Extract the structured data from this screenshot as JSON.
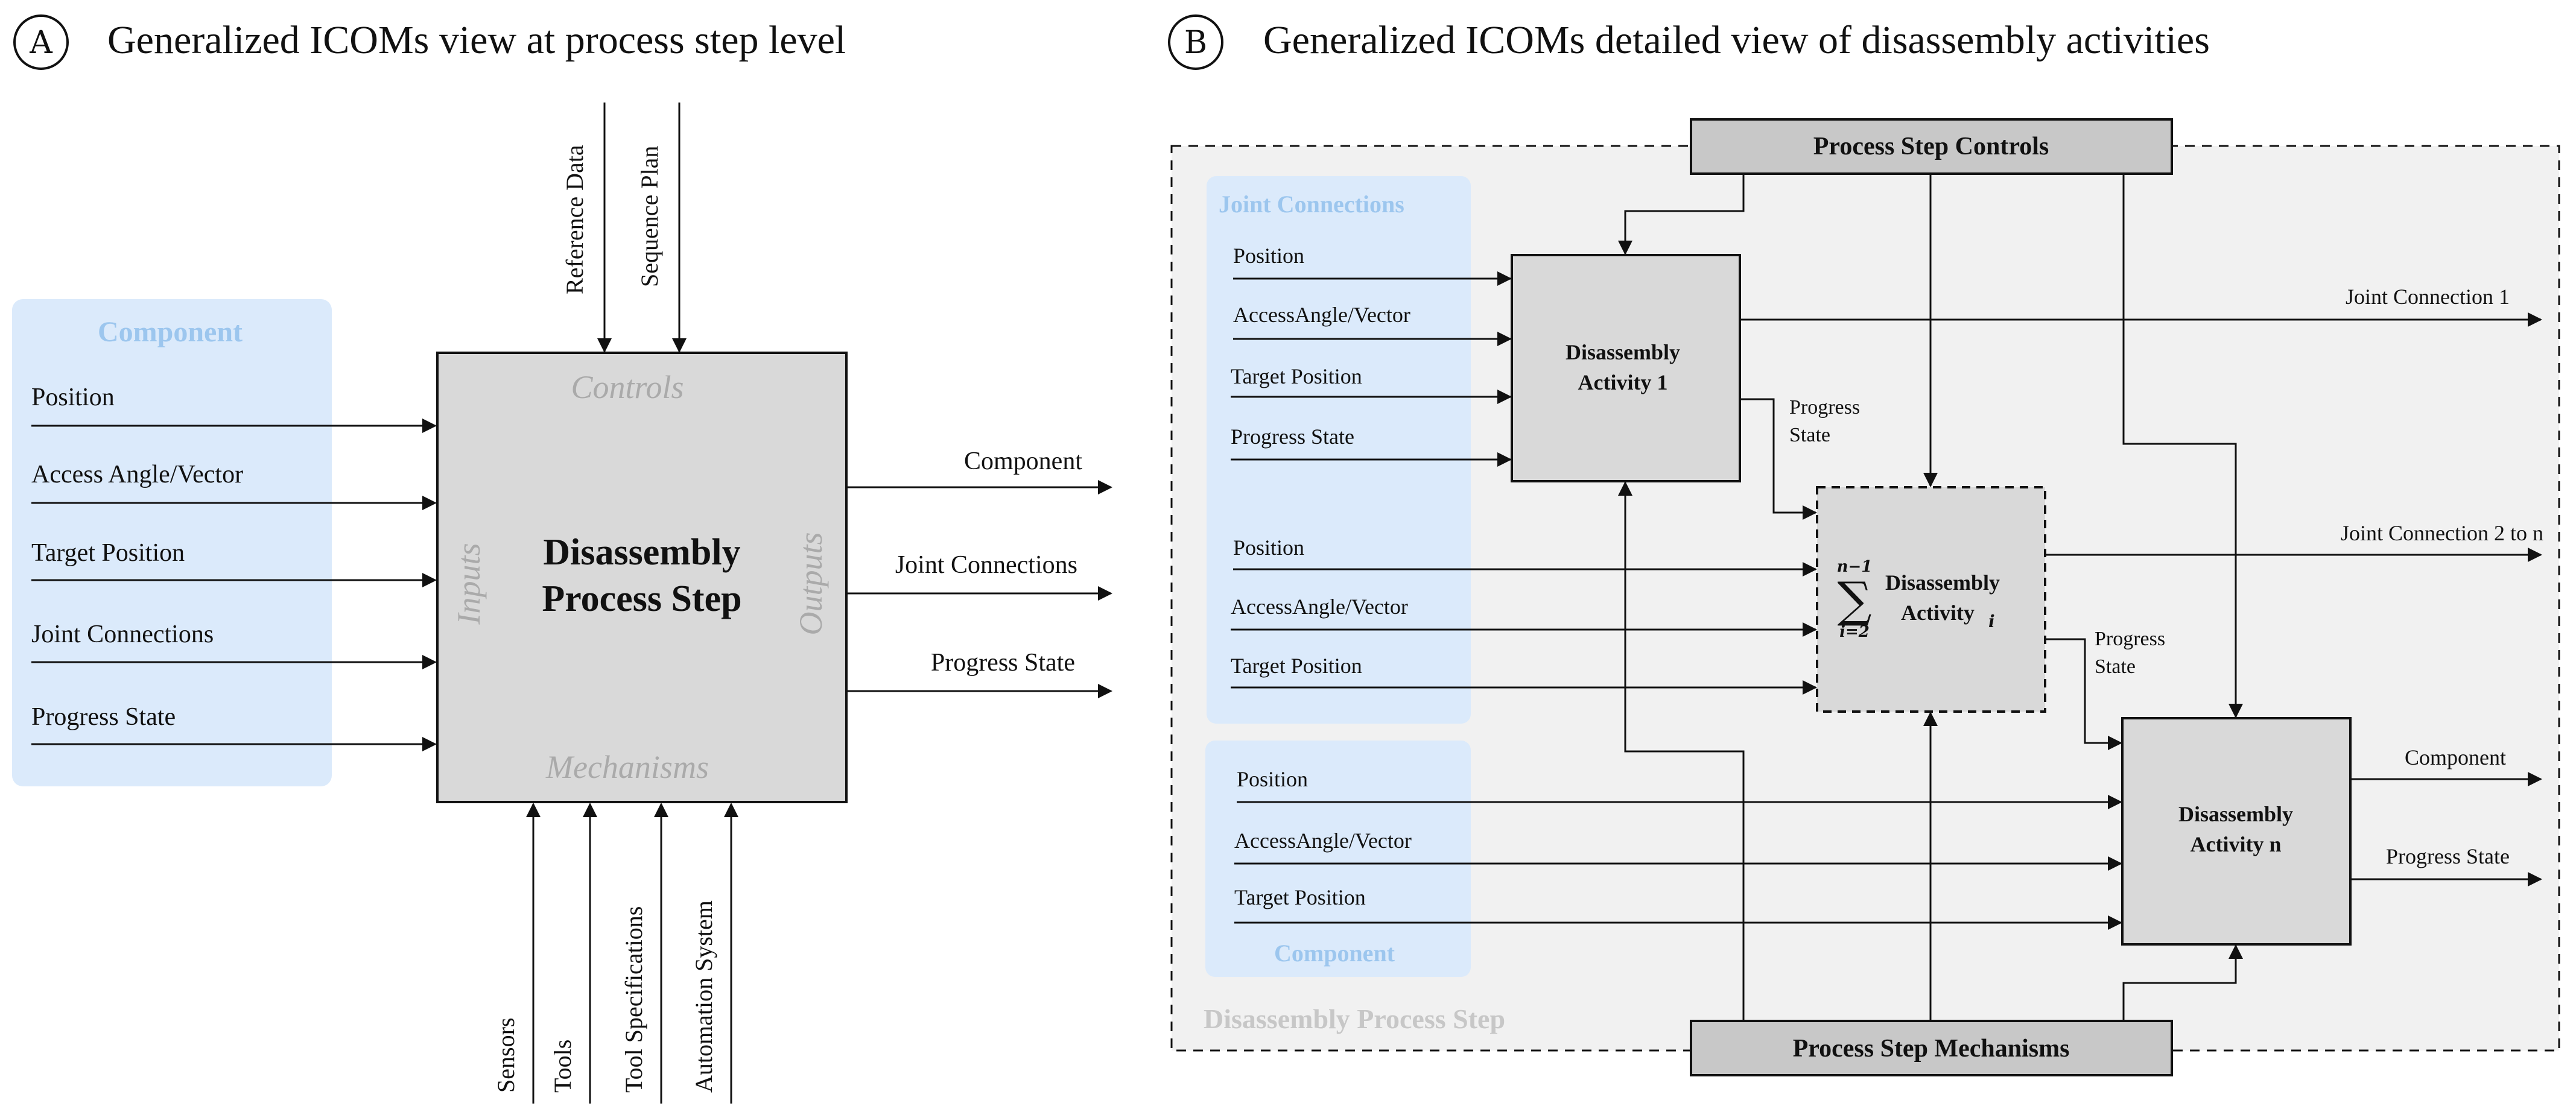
{
  "colors": {
    "light_blue_panel": "#dbeafb",
    "panel_label_blue": "#9cc6ee",
    "box_gray": "#d9d9d9",
    "header_gray": "#c8c8c8",
    "frame_gray": "#f1f1f1",
    "faded_text_gray": "#aaaaaa",
    "ink": "#111111"
  },
  "panelA": {
    "badge": "A",
    "title": "Generalized ICOMs view at process step level",
    "input_panel_label": "Component",
    "inputs": [
      "Position",
      "Access Angle/Vector",
      "Target Position",
      "Joint Connections",
      "Progress State"
    ],
    "box": {
      "title_line1": "Disassembly",
      "title_line2": "Process Step",
      "controls_label": "Controls",
      "mechanisms_label": "Mechanisms",
      "inputs_label": "Inputs",
      "outputs_label": "Outputs"
    },
    "controls": [
      "Reference Data",
      "Sequence Plan"
    ],
    "mechanisms": [
      "Sensors",
      "Tools",
      "Tool Specifications",
      "Automation System"
    ],
    "outputs": [
      "Component",
      "Joint Connections",
      "Progress State"
    ]
  },
  "panelB": {
    "badge": "B",
    "title": "Generalized ICOMs detailed view of disassembly activities",
    "frame_label": "Disassembly Process Step",
    "controls_header": "Process Step Controls",
    "mechanisms_header": "Process Step Mechanisms",
    "joint_panel_label": "Joint Connections",
    "component_panel_label": "Component",
    "group1_inputs": [
      "Position",
      "AccessAngle/Vector",
      "Target Position",
      "Progress State"
    ],
    "group2_inputs": [
      "Position",
      "AccessAngle/Vector",
      "Target Position"
    ],
    "group3_inputs": [
      "Position",
      "AccessAngle/Vector",
      "Target Position"
    ],
    "activity1": {
      "line1": "Disassembly",
      "line2": "Activity 1"
    },
    "activity_i": {
      "sum_top": "n−1",
      "sum_bottom": "i=2",
      "sigma": "∑",
      "line1": "Disassembly",
      "line2": "Activity",
      "subscript": "i"
    },
    "activity_n": {
      "line1": "Disassembly",
      "line2": "Activity n"
    },
    "progress_state_1": {
      "line1": "Progress",
      "line2": "State"
    },
    "progress_state_2": {
      "line1": "Progress",
      "line2": "State"
    },
    "outputs": {
      "joint_connection_1": "Joint Connection 1",
      "joint_connection_2n": "Joint Connection 2 to n",
      "component": "Component",
      "progress_state": "Progress State"
    }
  }
}
